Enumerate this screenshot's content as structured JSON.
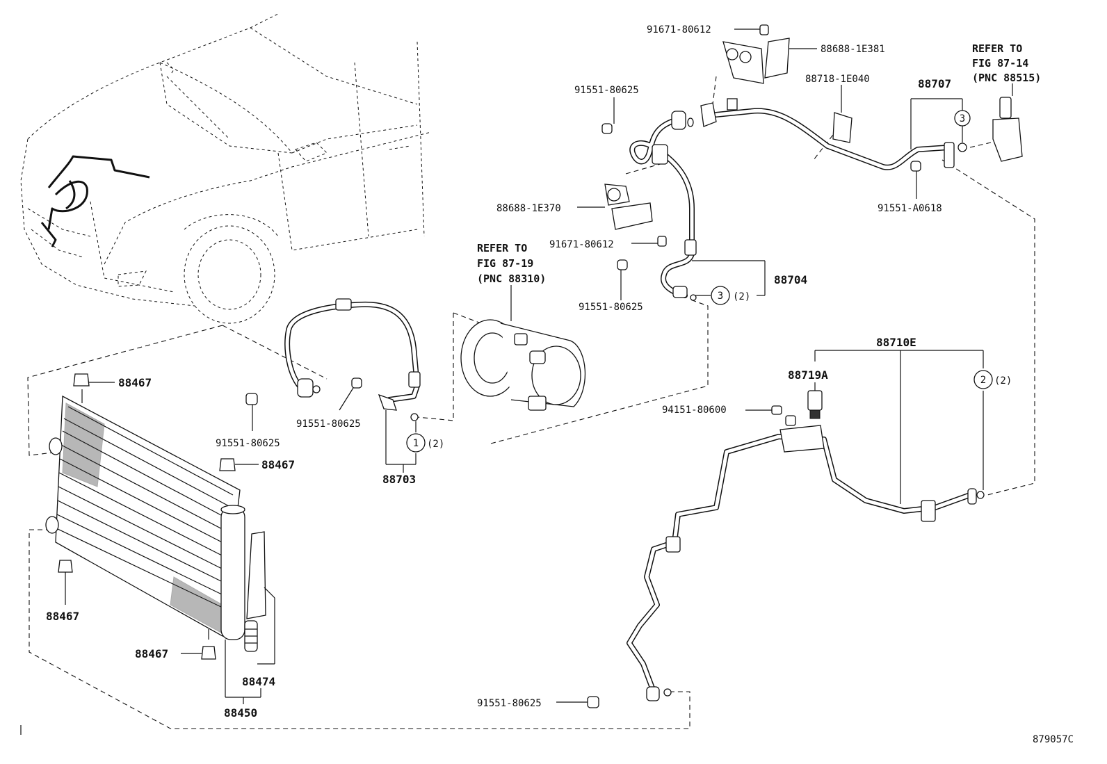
{
  "figure_id": "879057C",
  "labels": {
    "p91671_top": "91671-80612",
    "p88688_1e381": "88688-1E381",
    "p88718": "88718-1E040",
    "p88707": "88707",
    "p91551_a": "91551-80625",
    "p88688_1e370": "88688-1E370",
    "p91671_mid": "91671-80612",
    "p91551_b": "91551-80625",
    "p88704": "88704",
    "p91551_a0618": "91551-A0618",
    "p88710e": "88710E",
    "p88719a": "88719A",
    "p94151": "94151-80600",
    "p91551_c": "91551-80625",
    "p91551_d": "91551-80625",
    "p88703": "88703",
    "p91551_bottom": "91551-80625",
    "p88467_a": "88467",
    "p88467_b": "88467",
    "p88467_c": "88467",
    "p88467_d": "88467",
    "p88474": "88474",
    "p88450": "88450"
  },
  "refs": {
    "ref_compressor": [
      "REFER TO",
      "FIG 87-19",
      "(PNC 88310)"
    ],
    "ref_valve": [
      "REFER TO",
      "FIG 87-14",
      "(PNC 88515)"
    ]
  },
  "callouts": {
    "c1": "1",
    "c1_qty": "(2)",
    "c2": "2",
    "c2_qty": "(2)",
    "c3a": "3",
    "c3b": "3",
    "c3b_qty": "(2)"
  }
}
